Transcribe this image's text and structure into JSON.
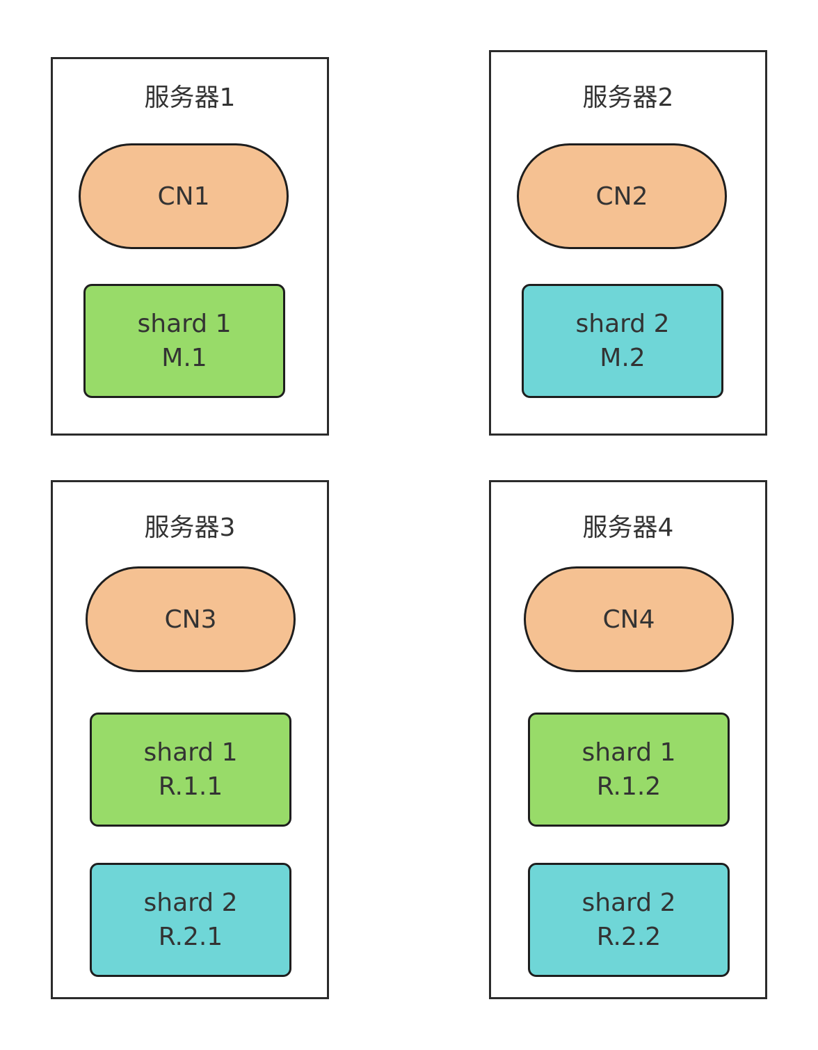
{
  "colors": {
    "cn_fill": "#f5c192",
    "shard1_fill": "#98db69",
    "shard2_fill": "#6fd6d7",
    "border": "#1e1e1e"
  },
  "servers": [
    {
      "title": "服务器1",
      "cn": "CN1",
      "shards": [
        {
          "line1": "shard 1",
          "line2": "M.1",
          "group": "shard1"
        }
      ]
    },
    {
      "title": "服务器2",
      "cn": "CN2",
      "shards": [
        {
          "line1": "shard 2",
          "line2": "M.2",
          "group": "shard2"
        }
      ]
    },
    {
      "title": "服务器3",
      "cn": "CN3",
      "shards": [
        {
          "line1": "shard 1",
          "line2": "R.1.1",
          "group": "shard1"
        },
        {
          "line1": "shard 2",
          "line2": "R.2.1",
          "group": "shard2"
        }
      ]
    },
    {
      "title": "服务器4",
      "cn": "CN4",
      "shards": [
        {
          "line1": "shard 1",
          "line2": "R.1.2",
          "group": "shard1"
        },
        {
          "line1": "shard 2",
          "line2": "R.2.2",
          "group": "shard2"
        }
      ]
    }
  ]
}
